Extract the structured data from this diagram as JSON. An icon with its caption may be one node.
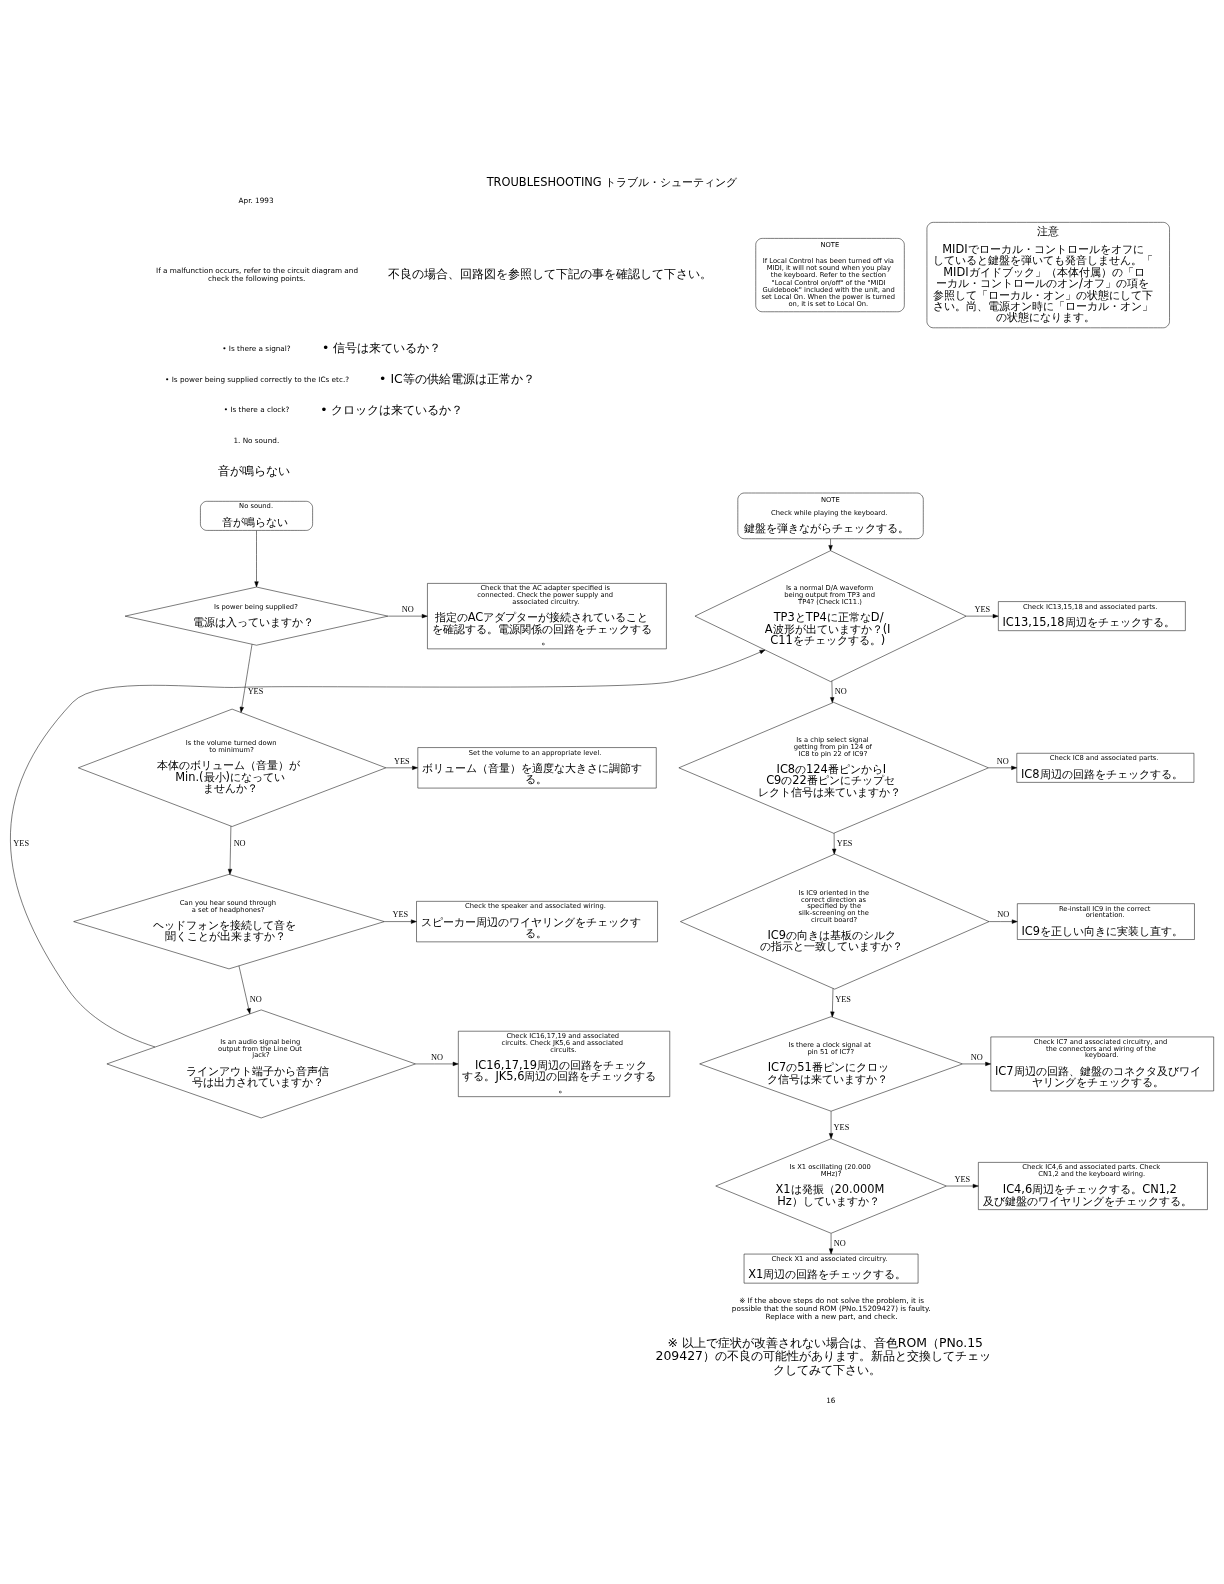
{
  "diagram": {
    "title": "TROUBLESHOOTING トラブル・シューティング",
    "nodes": [
      {
        "text": [
          "No sound.",
          "音が鳴らない"
        ]
      },
      {
        "text": [
          "Is power being supplied?",
          "電源は入っていますか？"
        ]
      },
      {
        "text": [
          "Check that the AC adapter specified is connected. Check the power supply and associated circuitry.",
          "指定のACアダプターが接続されていることを確認する。電源関係の回路をチェックする。"
        ]
      },
      {
        "text": [
          "Is the volume turned down to minimum?",
          "本体のボリューム（音量）がMin.(最小)になっていませんか？"
        ]
      },
      {
        "text": [
          "Set the volume to an appropriate level.",
          "ボリューム（音量）を適度な大きさに調節する。"
        ]
      },
      {
        "text": [
          "Can you hear sound through a set of headphones?",
          "ヘッドフォンを接続して音を聞くことが出来ますか？"
        ]
      },
      {
        "text": [
          "Check the speaker and associated wiring.",
          "スピーカー周辺のワイヤリングをチェックする。"
        ]
      },
      {
        "text": [
          "Is an audio signal being output from the Line Out jack?",
          "ラインアウト端子から音声信号は出力されていますか？"
        ]
      },
      {
        "text": [
          "Check IC16,17,19 and associated circuits. Check JK5,6 and associated circuits.",
          "IC16,17,19周辺の回路をチェックする。JK5,6周辺の回路をチェックする。"
        ]
      },
      {
        "text": [
          "Is a normal D/A waveform being output from TP3 and TP4? (Check IC11.)",
          "TP3とTP4に正常なD/A波形が出ていますか？(IC11をチェックする。)"
        ]
      },
      {
        "text": [
          "Check IC13,15,18 and associated parts.",
          "IC13,15,18周辺をチェックする。"
        ]
      },
      {
        "text": [
          "NOTE",
          "Check while playing the keyboard.",
          "鍵盤を弾きながらチェックする。"
        ]
      },
      {
        "text": [
          "Is a chip select signal getting from pin 124 of IC8 to pin 22 of IC9?",
          "IC8の124番ピンからIC9の22番ピンにチップセレクト信号は来ていますか？"
        ]
      },
      {
        "text": [
          "Check IC8 and associated parts.",
          "IC8周辺の回路をチェックする。"
        ]
      },
      {
        "text": [
          "Is IC9 oriented in the correct direction as specified by the silk-screening on the circuit board?",
          "IC9の向きは基板のシルクの指示と一致していますか？"
        ]
      },
      {
        "text": [
          "Re-install IC9 in the correct orientation.",
          "IC9を正しい向きに実装し直す。"
        ]
      },
      {
        "text": [
          "Is there a clock signal at pin 51 of IC7?",
          "IC7の51番ピンにクロック信号は来ていますか？"
        ]
      },
      {
        "text": [
          "Check IC7 and associated circuitry, and the connectors and wiring of the keyboard.",
          "IC7周辺の回路、鍵盤のコネクタ及びワイヤリングをチェックする。"
        ]
      },
      {
        "text": [
          "Is X1 oscillating (20.000 MHz)?",
          "X1は発振（20.000MHz）していますか？"
        ]
      },
      {
        "text": [
          "Check IC4,6 and associated parts. Check CN1,2 and the keyboard wiring.",
          "IC4,6周辺をチェックする。CN1,2及び鍵盤のワイヤリングをチェックする。"
        ]
      },
      {
        "text": [
          "Check X1 and associated circuitry.",
          "X1周辺の回路をチェックする。"
        ]
      },
      {
        "text": [
          "NOTE",
          "If Local Control has been turned off via MIDI, it will not sound when you play the keyboard. Refer to the section \"Local Control on/off\" of the \"MIDI Guidebook\" included with the unit, and set Local On. When the power is turned on, it is set to Local On."
        ]
      },
      {
        "text": [
          "注意",
          "MIDIでローカル・コントロールをオフにしていると鍵盤を弾いても発音しません。「MIDIガイドブック」（本体付属）の「ローカル・コントロールのオン/オフ」の項を参照して「ローカル・オン」の状態にして下さい。尚、電源オン時に「ローカル・オン」の状態になります。"
        ]
      }
    ],
    "edges": [
      {
        "from": 0,
        "to": 1,
        "arrow": "to"
      },
      {
        "from": 1,
        "to": 2,
        "arrow": "to",
        "label": "NO"
      },
      {
        "from": 1,
        "to": 3,
        "arrow": "to",
        "label": "YES"
      },
      {
        "from": 3,
        "to": 4,
        "arrow": "to",
        "label": "YES"
      },
      {
        "from": 3,
        "to": 5,
        "arrow": "to",
        "label": "NO"
      },
      {
        "from": 5,
        "to": 6,
        "arrow": "to",
        "label": "YES"
      },
      {
        "from": 5,
        "to": 7,
        "arrow": "to",
        "label": "NO"
      },
      {
        "from": 7,
        "to": 8,
        "arrow": "to",
        "label": "NO"
      },
      {
        "from": 7,
        "to": 9,
        "arrow": "to",
        "label": "YES"
      },
      {
        "from": 9,
        "to": 10,
        "arrow": "to",
        "label": "YES"
      },
      {
        "from": 9,
        "to": 12,
        "arrow": "to",
        "label": "NO"
      },
      {
        "from": 11,
        "to": 9,
        "arrow": "to"
      },
      {
        "from": 12,
        "to": 13,
        "arrow": "to",
        "label": "NO"
      },
      {
        "from": 12,
        "to": 14,
        "arrow": "to",
        "label": "YES"
      },
      {
        "from": 14,
        "to": 15,
        "arrow": "to",
        "label": "NO"
      },
      {
        "from": 14,
        "to": 16,
        "arrow": "to",
        "label": "YES"
      },
      {
        "from": 16,
        "to": 17,
        "arrow": "to",
        "label": "NO"
      },
      {
        "from": 16,
        "to": 18,
        "arrow": "to",
        "label": "YES"
      },
      {
        "from": 18,
        "to": 19,
        "arrow": "to",
        "label": "YES"
      },
      {
        "from": 18,
        "to": 20,
        "arrow": "to",
        "label": "NO"
      }
    ],
    "labels": [
      "Apr. 1993",
      "If a malfunction occurs, refer to the circuit diagram and check the following points.",
      "• Is there a signal?",
      "• Is power being supplied correctly to the ICs etc.?",
      "• Is there a clock?",
      "不良の場合、回路図を参照して下記の事を確認して下さい。",
      "• 信号は来ているか？",
      "• IC等の供給電源は正常か？",
      "• クロックは来ているか？",
      "1. No sound.",
      "音が鳴らない",
      "※ If the above steps do not solve the problem, it is possible that the sound ROM (PNo.15209427) is faulty. Replace with a new part, and check.",
      "※ 以上で症状が改善されない場合は、音色ROM（PNo.15209427）の不良の可能性があります。新品と交換してチェックしてみて下さい。",
      "16"
    ]
  }
}
